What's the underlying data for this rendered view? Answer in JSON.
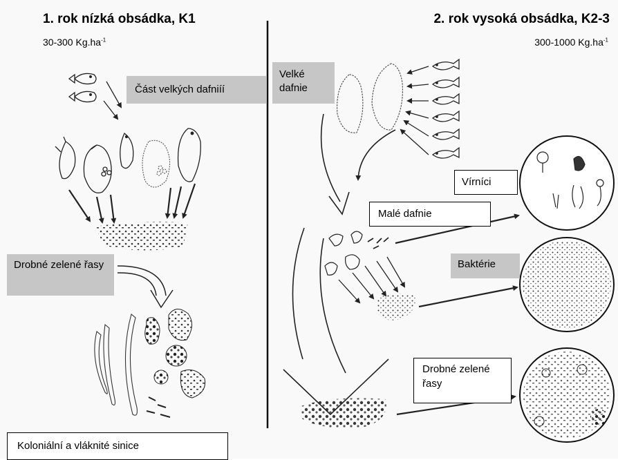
{
  "left": {
    "title": "1. rok nízká obsádka, K1",
    "rate_value": "30-300 Kg.ha",
    "rate_exp": "-1",
    "label_big_daphnia": "Část velkých dafniíí",
    "label_green_algae": "Drobné zelené řasy",
    "label_cyanobacteria": "Koloniální a vláknité sinice"
  },
  "right": {
    "title": "2. rok vysoká obsádka, K2-3",
    "rate_value": "300-1000 Kg.ha",
    "rate_exp": "-1",
    "label_big_daphnia": "Velké dafnie",
    "label_rotifers": "Vírníci",
    "label_small_daphnia": "Malé dafnie",
    "label_bacteria": "Baktérie",
    "label_green_algae": "Drobné zelené řasy"
  },
  "colors": {
    "label_fill": "#c6c6c6",
    "line": "#222222",
    "background": "#f9f9f9"
  },
  "icons": [
    "fish-icon",
    "daphnia-icon",
    "rotifer-icon",
    "algae-filament-icon",
    "colony-icon",
    "arrow-icon"
  ]
}
